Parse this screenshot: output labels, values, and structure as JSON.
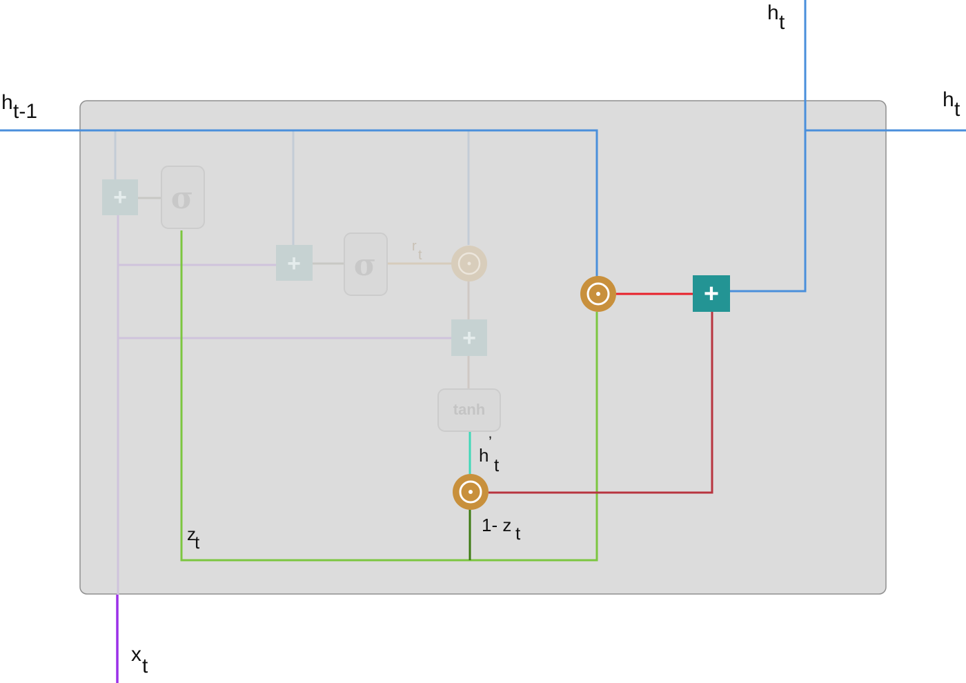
{
  "labels": {
    "h_prev": {
      "base": "h",
      "sub": "t-1"
    },
    "h_out_top": {
      "base": "h",
      "sub": "t"
    },
    "h_out_right": {
      "base": "h",
      "sub": "t"
    },
    "x_in": {
      "base": "x",
      "sub": "t"
    },
    "r_gate": {
      "base": "r",
      "sub": "t"
    },
    "h_candidate": {
      "base": "h",
      "prime": "’",
      "sub": "t"
    },
    "one_minus_z": {
      "base": "1-  z",
      "sub": "t"
    },
    "z_gate": {
      "base": "z",
      "sub": "t"
    }
  },
  "gates": {
    "sigma_update": "σ",
    "sigma_reset": "σ",
    "tanh": "tanh",
    "plus": "+"
  },
  "colors": {
    "cell_bg": "#dcdcdc",
    "cell_border": "#8e8e8e",
    "hidden_line": "#4a8fdb",
    "input_line": "#9b30e8",
    "update_line": "#7cc640",
    "update_dark": "#3d7a12",
    "candidate_line": "#3fd8b8",
    "red_line": "#e8202a",
    "dark_red_line": "#b8343f",
    "mult_node": "#c8903c",
    "add_node": "#239494"
  }
}
